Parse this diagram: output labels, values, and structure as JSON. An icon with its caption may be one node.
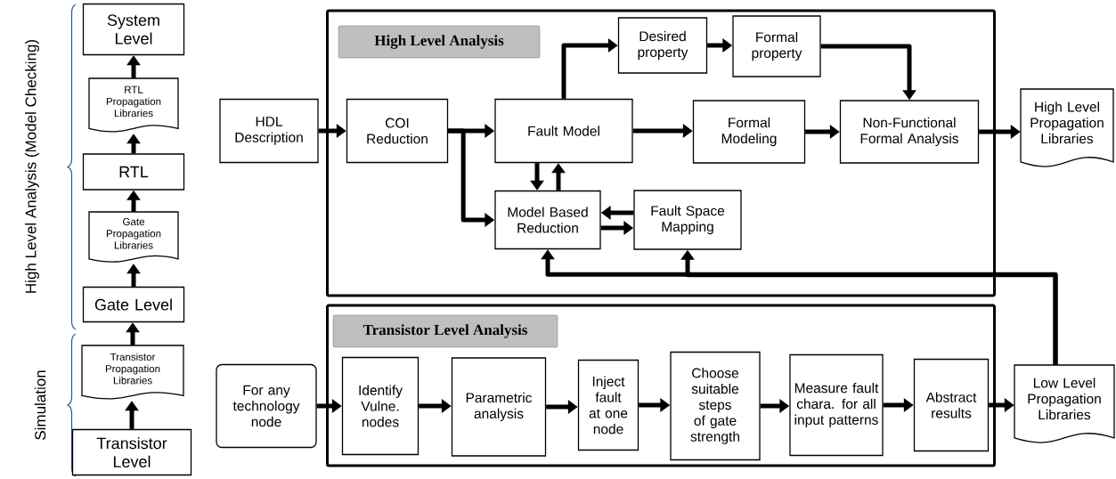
{
  "diagram": {
    "nodes": [
      {
        "text": [
          "System Level"
        ]
      },
      {
        "text": [
          "RTL Propagation Libraries"
        ]
      },
      {
        "text": [
          "RTL"
        ]
      },
      {
        "text": [
          "Gate Propagation Libraries"
        ]
      },
      {
        "text": [
          "Gate Level"
        ]
      },
      {
        "text": [
          "Transistor Propagation Libraries"
        ]
      },
      {
        "text": [
          "Transistor Level"
        ]
      },
      {
        "text": [
          "High Level Analysis"
        ]
      },
      {
        "text": [
          "HDL Description"
        ]
      },
      {
        "text": [
          "COI Reduction"
        ],
        "in": 7
      },
      {
        "text": [
          "Fault Model"
        ],
        "in": 7
      },
      {
        "text": [
          "Desired property"
        ],
        "in": 7
      },
      {
        "text": [
          "Formal property"
        ],
        "in": 7
      },
      {
        "text": [
          "Formal Modeling"
        ],
        "in": 7
      },
      {
        "text": [
          "Non-Functional Formal Analysis"
        ],
        "in": 7
      },
      {
        "text": [
          "High Level Propagation Libraries"
        ]
      },
      {
        "text": [
          "Model Based Reduction"
        ],
        "in": 7
      },
      {
        "text": [
          "Fault Space Mapping"
        ],
        "in": 7
      },
      {
        "text": [
          "Transistor Level Analysis"
        ]
      },
      {
        "text": [
          "For any technology node"
        ]
      },
      {
        "text": [
          "Identify Vulne. nodes"
        ],
        "in": 18
      },
      {
        "text": [
          "Parametric analysis"
        ],
        "in": 18
      },
      {
        "text": [
          "Inject fault at one node"
        ],
        "in": 18
      },
      {
        "text": [
          "Choose suitable steps of gate strength"
        ],
        "in": 18
      },
      {
        "text": [
          "Measure fault chara. for all input patterns"
        ],
        "in": 18
      },
      {
        "text": [
          "Abstract results"
        ],
        "in": 18
      },
      {
        "text": [
          "Low Level Propagation Libraries"
        ]
      }
    ],
    "edges": [
      {
        "from": 6,
        "to": 5,
        "arrow": "to"
      },
      {
        "from": 5,
        "to": 4,
        "arrow": "to"
      },
      {
        "from": 4,
        "to": 3,
        "arrow": "to"
      },
      {
        "from": 3,
        "to": 2,
        "arrow": "to"
      },
      {
        "from": 2,
        "to": 1,
        "arrow": "to"
      },
      {
        "from": 1,
        "to": 0,
        "arrow": "to"
      },
      {
        "from": 8,
        "to": 9,
        "arrow": "to"
      },
      {
        "from": 9,
        "to": 10,
        "arrow": "to"
      },
      {
        "from": 9,
        "to": 16,
        "arrow": "to"
      },
      {
        "from": 10,
        "to": 11,
        "arrow": "to"
      },
      {
        "from": 11,
        "to": 12,
        "arrow": "to"
      },
      {
        "from": 12,
        "to": 14,
        "arrow": "to"
      },
      {
        "from": 10,
        "to": 13,
        "arrow": "to"
      },
      {
        "from": 13,
        "to": 14,
        "arrow": "to"
      },
      {
        "from": 14,
        "to": 15,
        "arrow": "to"
      },
      {
        "from": 10,
        "to": 16,
        "arrow": "to"
      },
      {
        "from": 16,
        "to": 10,
        "arrow": "to"
      },
      {
        "from": 17,
        "to": 16,
        "arrow": "to"
      },
      {
        "from": 16,
        "to": 17,
        "arrow": "to"
      },
      {
        "from": 26,
        "to": 16,
        "arrow": "to"
      },
      {
        "from": 26,
        "to": 17,
        "arrow": "to"
      },
      {
        "from": 19,
        "to": 20,
        "arrow": "to"
      },
      {
        "from": 20,
        "to": 21,
        "arrow": "to"
      },
      {
        "from": 21,
        "to": 22,
        "arrow": "to"
      },
      {
        "from": 22,
        "to": 23,
        "arrow": "to"
      },
      {
        "from": 23,
        "to": 24,
        "arrow": "to"
      },
      {
        "from": 24,
        "to": 25,
        "arrow": "to"
      },
      {
        "from": 25,
        "to": 26,
        "arrow": "to"
      }
    ],
    "labels": [
      "High Level Analysis (Model Checking)",
      "Simulation"
    ]
  }
}
